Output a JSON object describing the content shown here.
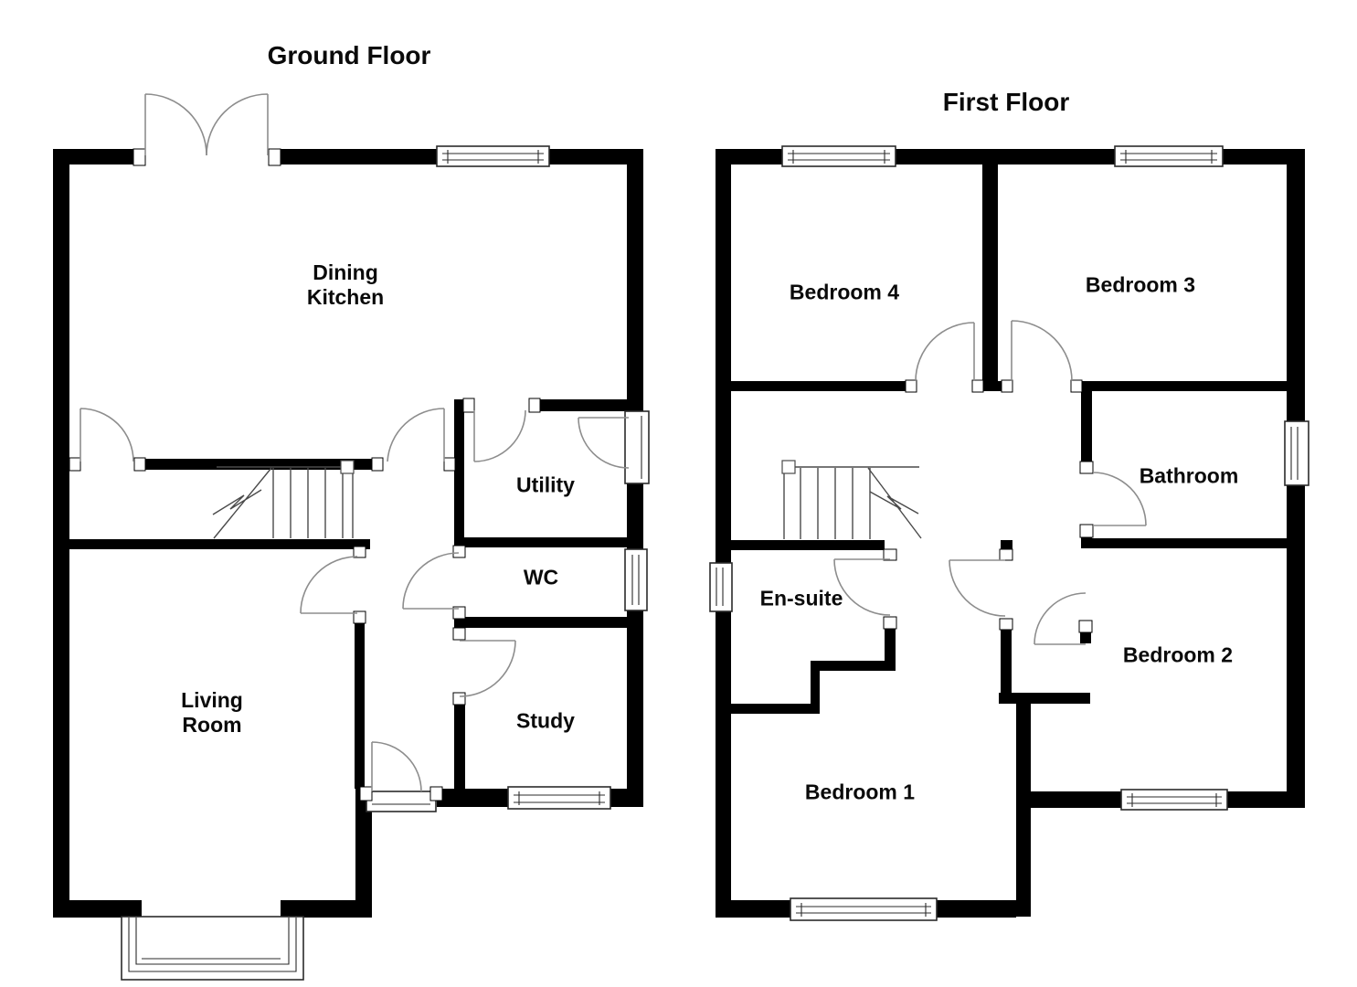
{
  "document": {
    "type": "floor-plan",
    "background_color": "#ffffff",
    "wall_color": "#000000",
    "door_arc_color": "#8d8d8d",
    "detail_line_color": "#2b2b2b"
  },
  "titles": {
    "ground": "Ground Floor",
    "first": "First Floor"
  },
  "rooms": {
    "ground": [
      {
        "id": "dining-kitchen",
        "label": "Dining\nKitchen"
      },
      {
        "id": "utility",
        "label": "Utility"
      },
      {
        "id": "wc",
        "label": "WC"
      },
      {
        "id": "study",
        "label": "Study"
      },
      {
        "id": "living-room",
        "label": "Living\nRoom"
      }
    ],
    "first": [
      {
        "id": "bedroom-4",
        "label": "Bedroom 4"
      },
      {
        "id": "bedroom-3",
        "label": "Bedroom 3"
      },
      {
        "id": "bathroom",
        "label": "Bathroom"
      },
      {
        "id": "en-suite",
        "label": "En-suite"
      },
      {
        "id": "bedroom-2",
        "label": "Bedroom 2"
      },
      {
        "id": "bedroom-1",
        "label": "Bedroom 1"
      }
    ]
  }
}
